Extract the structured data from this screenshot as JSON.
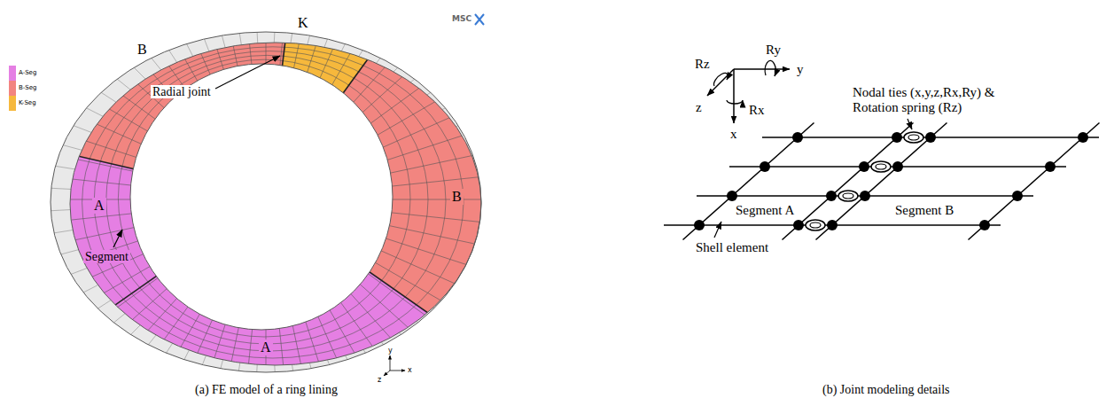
{
  "diagram": {
    "labels": [
      "MSC",
      "B",
      "K",
      "Radial joint",
      "A",
      "Segment",
      "B",
      "A",
      "y",
      "x",
      "z",
      "(a) FE model of a ring lining",
      "Rz",
      "Ry",
      "y",
      "z",
      "Rx",
      "x",
      "Nodal ties (x,y,z,Rx,Ry) & Rotation spring (Rz)",
      "Segment A",
      "Segment B",
      "Shell element",
      "(b) Joint modeling details"
    ],
    "legend": [
      {
        "text": "A-Seg",
        "color": "#e57fe3"
      },
      {
        "text": "B-Seg",
        "color": "#f28580"
      },
      {
        "text": "K-Seg",
        "color": "#f6b83c"
      }
    ]
  }
}
